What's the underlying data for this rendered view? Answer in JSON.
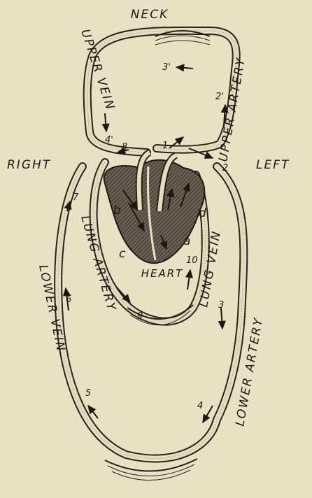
{
  "labels": {
    "neck": "NECK",
    "right": "RIGHT",
    "left": "LEFT",
    "upper_vein": "UPPER VEIN",
    "upper_artery": "UPPER ARTERY",
    "lung_vein": "LUNG VEIN",
    "lung_artery": "LUNG ARTERY",
    "lower_vein": "LOWER VEIN",
    "lower_artery": "LOWER ARTERY",
    "heart": "HEART"
  },
  "heart_letters": {
    "a": "a",
    "b": "b",
    "c": "c",
    "d": "d"
  },
  "numbers": {
    "n1": "1",
    "n2": "2",
    "n3": "3",
    "n4": "4",
    "n5": "5",
    "n6": "6",
    "n7": "7",
    "n8": "8",
    "n9": "9",
    "n10": "10",
    "n2p": "2'",
    "n3p": "3'",
    "n4p": "4'"
  },
  "colors": {
    "paper": "#e9e1c3",
    "ink": "#1d1812",
    "heart_fill": "#5a5046"
  }
}
